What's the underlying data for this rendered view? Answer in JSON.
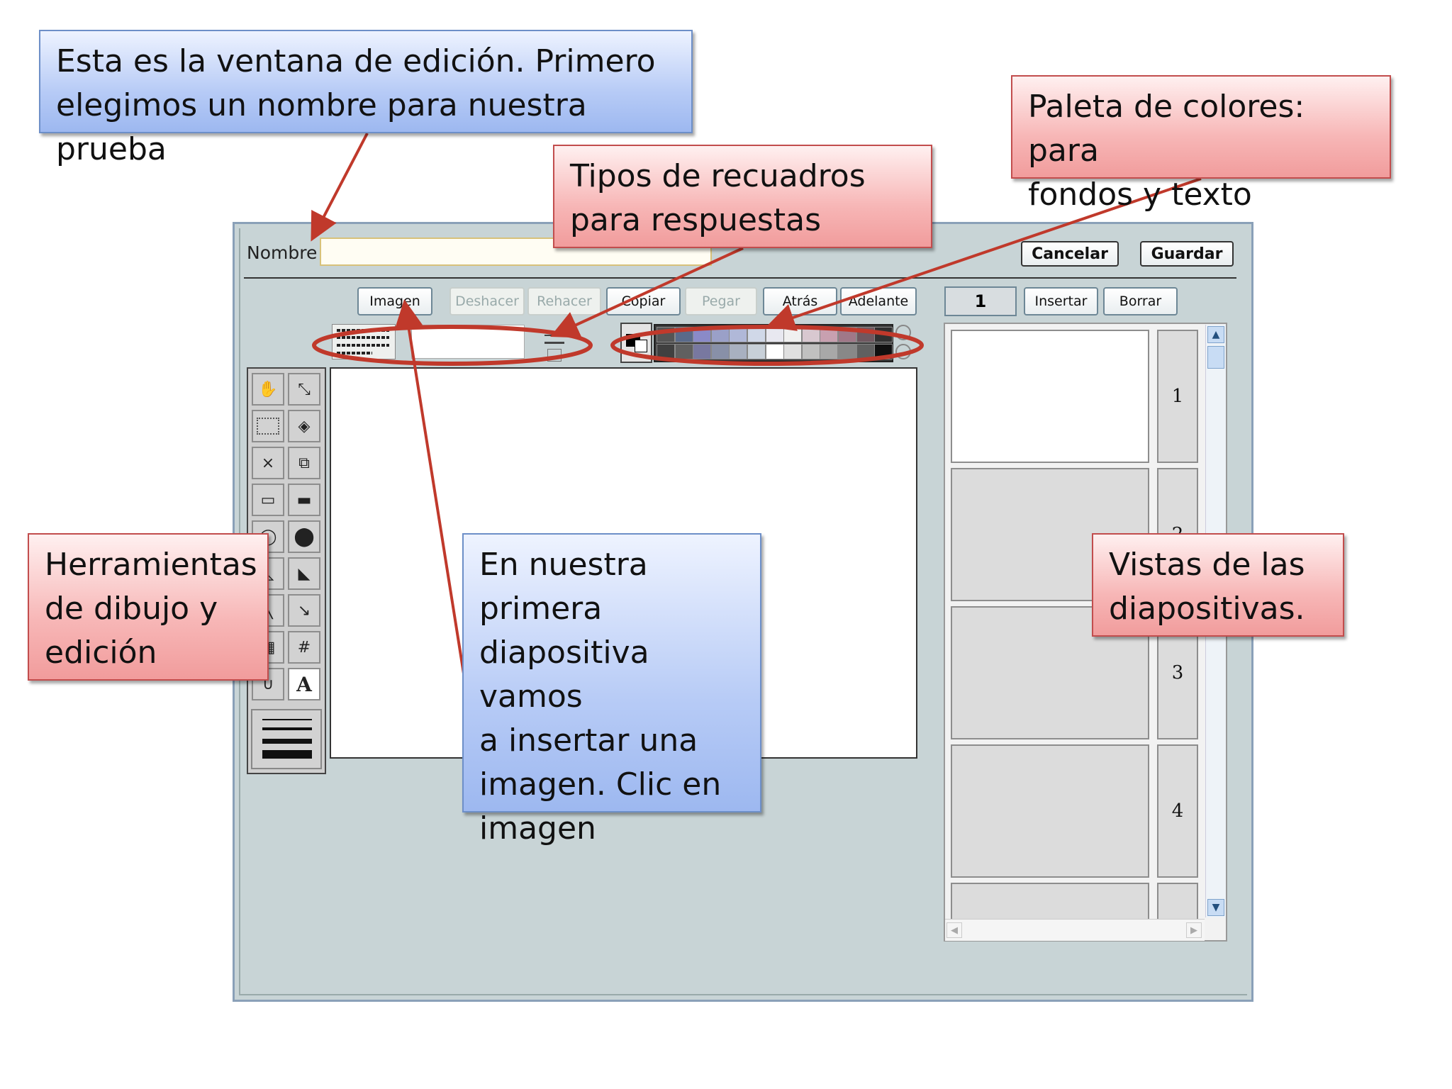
{
  "window": {
    "name_label": "Nombre",
    "name_value": "",
    "cancel_label": "Cancelar",
    "save_label": "Guardar"
  },
  "toolbar": {
    "buttons": [
      "Imagen",
      "Deshacer",
      "Rehacer",
      "Copiar",
      "Pegar",
      "Atrás",
      "Adelante"
    ],
    "disabled": [
      "Deshacer",
      "Rehacer",
      "Pegar"
    ],
    "slide_number": "1",
    "insert_label": "Insertar",
    "delete_label": "Borrar"
  },
  "tools": [
    "hand-icon",
    "resize-icon",
    "select-rect-icon",
    "fill-icon",
    "delete-x-icon",
    "copy-icon",
    "rect-outline-icon",
    "rect-filled-icon",
    "ellipse-outline-icon",
    "ellipse-filled-icon",
    "triangle-outline-icon",
    "triangle-filled-icon",
    "line-icon",
    "arrow-icon",
    "table-icon",
    "grid-icon",
    "freehand-icon",
    "text-icon"
  ],
  "tool_glyphs": {
    "delete": "×",
    "grid": "#",
    "text": "A"
  },
  "slides": {
    "numbers": [
      "1",
      "2",
      "3",
      "4"
    ]
  },
  "palette": {
    "colors_top": [
      "#555555",
      "#5a6a8a",
      "#8a8ac8",
      "#9aa0c8",
      "#b0b8d8",
      "#d0d8e8",
      "#e8e8f0",
      "#f0f0f0",
      "#d8c8d0",
      "#c8a0b0",
      "#a07888",
      "#705860",
      "#303030"
    ],
    "colors_bottom": [
      "#404040",
      "#606060",
      "#7878a0",
      "#8890a8",
      "#a8b0c0",
      "#c8d0d8",
      "#ffffff",
      "#e0e0e0",
      "#c0c0c0",
      "#a8a8a8",
      "#888888",
      "#606060",
      "#101010"
    ]
  },
  "callouts": {
    "editor": [
      "Esta es la ventana de edición. Primero",
      "elegimos un nombre para nuestra prueba"
    ],
    "answers": [
      "Tipos de recuadros",
      "para respuestas"
    ],
    "palette": [
      "Paleta de colores: para",
      "fondos y texto"
    ],
    "tools": [
      "Herramientas",
      "de dibujo y",
      "edición"
    ],
    "image": [
      "En nuestra",
      "primera",
      "diapositiva vamos",
      "a insertar una",
      "imagen. Clic en",
      "imagen"
    ],
    "slides": [
      "Vistas de las",
      "diapositivas."
    ]
  },
  "colors": {
    "annotation": "#c0392b",
    "window_bg": "#c8d4d6"
  }
}
